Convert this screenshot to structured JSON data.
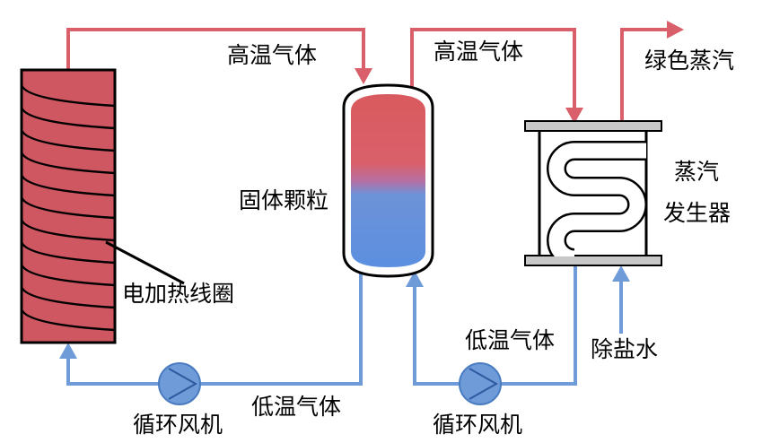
{
  "labels": {
    "hot_gas_1": "高温气体",
    "hot_gas_2": "高温气体",
    "green_steam": "绿色蒸汽",
    "solid_particles": "固体颗粒",
    "steam_generator_line1": "蒸汽",
    "steam_generator_line2": "发生器",
    "heating_coil": "电加热线圈",
    "cold_gas_1": "低温气体",
    "cold_gas_2": "低温气体",
    "demineralized_water": "除盐水",
    "circulation_fan_1": "循环风机",
    "circulation_fan_2": "循环风机"
  },
  "colors": {
    "hot": "#d9534f",
    "hot_line": "#d9606a",
    "cold": "#5b8fd6",
    "cold_line": "#6f9bd8",
    "heater_fill": "#cf5761",
    "steel": "#c8c8c8",
    "outline": "#000000"
  },
  "icons": {
    "fan_1": "circulation-fan-icon",
    "fan_2": "circulation-fan-icon"
  }
}
